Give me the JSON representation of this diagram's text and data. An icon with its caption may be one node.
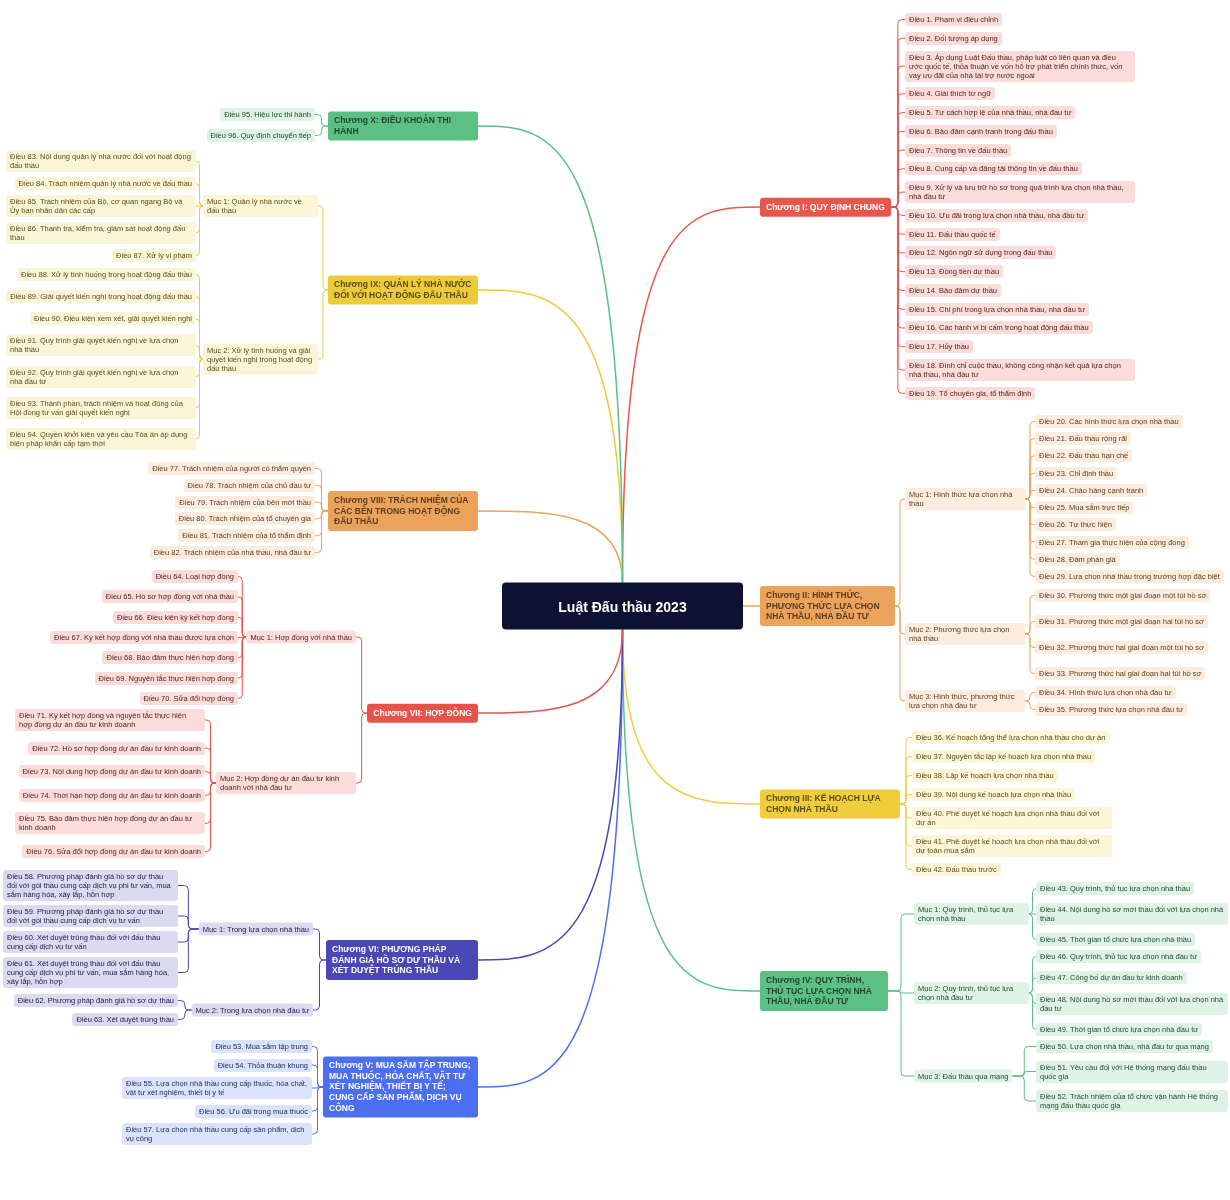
{
  "diagram": {
    "nodes": [
      {
        "text": [
          "Luật Đấu thầu 2023"
        ]
      },
      {
        "text": [
          "Chương I: QUY ĐỊNH CHUNG"
        ]
      },
      {
        "text": [
          "Điều 1. Phạm vi điều chỉnh"
        ]
      },
      {
        "text": [
          "Điều 2. Đối tượng áp dụng"
        ]
      },
      {
        "text": [
          "Điều 3. Áp dụng Luật Đấu thầu, pháp luật có liên quan và điều ước quốc tế, thỏa thuận về vốn hỗ trợ phát triển chính thức, vốn vay ưu đãi của nhà tài trợ nước ngoài"
        ]
      },
      {
        "text": [
          "Điều 4. Giải thích từ ngữ"
        ]
      },
      {
        "text": [
          "Điều 5. Tư cách hợp lệ của nhà thầu, nhà đầu tư"
        ]
      },
      {
        "text": [
          "Điều 6. Bảo đảm cạnh tranh trong đấu thầu"
        ]
      },
      {
        "text": [
          "Điều 7. Thông tin về đấu thầu"
        ]
      },
      {
        "text": [
          "Điều 8. Cung cấp và đăng tải thông tin về đấu thầu"
        ]
      },
      {
        "text": [
          "Điều 9. Xử lý và lưu trữ hồ sơ trong quá trình lựa chọn nhà thầu, nhà đầu tư"
        ]
      },
      {
        "text": [
          "Điều 10. Ưu đãi trong lựa chọn nhà thầu, nhà đầu tư"
        ]
      },
      {
        "text": [
          "Điều 11. Đấu thầu quốc tế"
        ]
      },
      {
        "text": [
          "Điều 12. Ngôn ngữ sử dụng trong đấu thầu"
        ]
      },
      {
        "text": [
          "Điều 13. Đồng tiền dự thầu"
        ]
      },
      {
        "text": [
          "Điều 14. Bảo đảm dự thầu"
        ]
      },
      {
        "text": [
          "Điều 15. Chi phí trong lựa chọn nhà thầu, nhà đầu tư"
        ]
      },
      {
        "text": [
          "Điều 16. Các hành vi bị cấm trong hoạt động đấu thầu"
        ]
      },
      {
        "text": [
          "Điều 17. Hủy thầu"
        ]
      },
      {
        "text": [
          "Điều 18. Đình chỉ cuộc thầu, không công nhận kết quả lựa chọn nhà thầu, nhà đầu tư"
        ]
      },
      {
        "text": [
          "Điều 19. Tổ chuyên gia, tổ thẩm định"
        ]
      },
      {
        "text": [
          "Chương II: HÌNH THỨC, PHƯƠNG THỨC LỰA CHỌN NHÀ THẦU, NHÀ ĐẦU TƯ"
        ]
      },
      {
        "text": [
          "Mục 1: Hình thức lựa chọn nhà thầu"
        ]
      },
      {
        "text": [
          "Điều 20. Các hình thức lựa chọn nhà thầu"
        ]
      },
      {
        "text": [
          "Điều 21. Đấu thầu rộng rãi"
        ]
      },
      {
        "text": [
          "Điều 22. Đấu thầu hạn chế"
        ]
      },
      {
        "text": [
          "Điều 23. Chỉ định thầu"
        ]
      },
      {
        "text": [
          "Điều 24. Chào hàng cạnh tranh"
        ]
      },
      {
        "text": [
          "Điều 25. Mua sắm trực tiếp"
        ]
      },
      {
        "text": [
          "Điều 26. Tự thực hiện"
        ]
      },
      {
        "text": [
          "Điều 27. Tham gia thực hiện của cộng đồng"
        ]
      },
      {
        "text": [
          "Điều 28. Đàm phán giá"
        ]
      },
      {
        "text": [
          "Điều 29. Lựa chọn nhà thầu trong trường hợp đặc biệt"
        ]
      },
      {
        "text": [
          "Mục 2: Phương thức lựa chọn nhà thầu"
        ]
      },
      {
        "text": [
          "Điều 30. Phương thức một giai đoạn một túi hồ sơ"
        ]
      },
      {
        "text": [
          "Điều 31. Phương thức một giai đoạn hai túi hồ sơ"
        ]
      },
      {
        "text": [
          "Điều 32. Phương thức hai giai đoạn một túi hồ sơ"
        ]
      },
      {
        "text": [
          "Điều 33. Phương thức hai giai đoạn hai túi hồ sơ"
        ]
      },
      {
        "text": [
          "Mục 3: Hình thức, phương thức lựa chọn nhà đầu tư"
        ]
      },
      {
        "text": [
          "Điều 34. Hình thức lựa chọn nhà đầu tư"
        ]
      },
      {
        "text": [
          "Điều 35. Phương thức lựa chọn nhà đầu tư"
        ]
      },
      {
        "text": [
          "Chương III: KẾ HOẠCH LỰA CHỌN NHÀ THẦU"
        ]
      },
      {
        "text": [
          "Điều 36. Kế hoạch tổng thể lựa chọn nhà thầu cho dự án"
        ]
      },
      {
        "text": [
          "Điều 37. Nguyên tắc lập kế hoạch lựa chọn nhà thầu"
        ]
      },
      {
        "text": [
          "Điều 38. Lập kế hoạch lựa chọn nhà thầu"
        ]
      },
      {
        "text": [
          "Điều 39. Nội dung kế hoạch lựa chọn nhà thầu"
        ]
      },
      {
        "text": [
          "Điều 40. Phê duyệt kế hoạch lựa chọn nhà thầu đối với dự án"
        ]
      },
      {
        "text": [
          "Điều 41. Phê duyệt kế hoạch lựa chọn nhà thầu đối với dự toán mua sắm"
        ]
      },
      {
        "text": [
          "Điều 42. Đấu thầu trước"
        ]
      },
      {
        "text": [
          "Chương IV: QUY TRÌNH, THỦ TỤC LỰA CHỌN NHÀ THẦU, NHÀ ĐẦU TƯ"
        ]
      },
      {
        "text": [
          "Mục 1: Quy trình, thủ tục lựa chọn nhà thầu"
        ]
      },
      {
        "text": [
          "Điều 43. Quy trình, thủ tục lựa chọn nhà thầu"
        ]
      },
      {
        "text": [
          "Điều 44. Nội dung hồ sơ mời thầu đối với lựa chọn nhà thầu"
        ]
      },
      {
        "text": [
          "Điều 45. Thời gian tổ chức lựa chọn nhà thầu"
        ]
      },
      {
        "text": [
          "Mục 2: Quy trình, thủ tục lựa chọn nhà đầu tư"
        ]
      },
      {
        "text": [
          "Điều 46. Quy trình, thủ tục lựa chọn nhà đầu tư"
        ]
      },
      {
        "text": [
          "Điều 47. Công bố dự án đầu tư kinh doanh"
        ]
      },
      {
        "text": [
          "Điều 48. Nội dung hồ sơ mời thầu đối với lựa chọn nhà đầu tư"
        ]
      },
      {
        "text": [
          "Điều 49. Thời gian tổ chức lựa chọn nhà đầu tư"
        ]
      },
      {
        "text": [
          "Mục 3: Đấu thầu qua mạng"
        ]
      },
      {
        "text": [
          "Điều 50. Lựa chọn nhà thầu, nhà đầu tư qua mạng"
        ]
      },
      {
        "text": [
          "Điều 51. Yêu cầu đối với Hệ thống mạng đấu thầu quốc gia"
        ]
      },
      {
        "text": [
          "Điều 52. Trách nhiệm của tổ chức vận hành Hệ thống mạng đấu thầu quốc gia"
        ]
      },
      {
        "text": [
          "Chương V: MUA SẮM TẬP TRUNG; MUA THUỐC, HÓA CHẤT, VẬT TƯ XÉT NGHIỆM, THIẾT BỊ Y TẾ; CUNG CẤP SẢN PHẨM, DỊCH VỤ CÔNG"
        ]
      },
      {
        "text": [
          "Điều 53. Mua sắm tập trung"
        ]
      },
      {
        "text": [
          "Điều 54. Thỏa thuận khung"
        ]
      },
      {
        "text": [
          "Điều 55. Lựa chọn nhà thầu cung cấp thuốc, hóa chất, vật tư xét nghiệm, thiết bị y tế"
        ]
      },
      {
        "text": [
          "Điều 56. Ưu đãi trong mua thuốc"
        ]
      },
      {
        "text": [
          "Điều 57. Lựa chọn nhà thầu cung cấp sản phẩm, dịch vụ công"
        ]
      },
      {
        "text": [
          "Chương VI: PHƯƠNG PHÁP ĐÁNH GIÁ HỒ SƠ DỰ THẦU VÀ XÉT DUYỆT TRÚNG THẦU"
        ]
      },
      {
        "text": [
          "Mục 1: Trong lựa chọn nhà thầu"
        ]
      },
      {
        "text": [
          "Điều 58. Phương pháp đánh giá hồ sơ dự thầu đối với gói thầu cung cấp dịch vụ phi tư vấn, mua sắm hàng hóa, xây lắp, hỗn hợp"
        ]
      },
      {
        "text": [
          "Điều 59. Phương pháp đánh giá hồ sơ dự thầu đối với gói thầu cung cấp dịch vụ tư vấn"
        ]
      },
      {
        "text": [
          "Điều 60. Xét duyệt trúng thầu đối với đấu thầu cung cấp dịch vụ tư vấn"
        ]
      },
      {
        "text": [
          "Điều 61. Xét duyệt trúng thầu đối với đấu thầu cung cấp dịch vụ phi tư vấn, mua sắm hàng hóa, xây lắp, hỗn hợp"
        ]
      },
      {
        "text": [
          "Mục 2: Trong lựa chọn nhà đầu tư"
        ]
      },
      {
        "text": [
          "Điều 62. Phương pháp đánh giá hồ sơ dự thầu"
        ]
      },
      {
        "text": [
          "Điều 63. Xét duyệt trúng thầu"
        ]
      },
      {
        "text": [
          "Chương VII: HỢP ĐỒNG"
        ]
      },
      {
        "text": [
          "Mục 1: Hợp đồng với nhà thầu"
        ]
      },
      {
        "text": [
          "Điều 64. Loại hợp đồng"
        ]
      },
      {
        "text": [
          "Điều 65. Hồ sơ hợp đồng với nhà thầu"
        ]
      },
      {
        "text": [
          "Điều 66. Điều kiện ký kết hợp đồng"
        ]
      },
      {
        "text": [
          "Điều 67. Ký kết hợp đồng với nhà thầu được lựa chọn"
        ]
      },
      {
        "text": [
          "Điều 68. Bảo đảm thực hiện hợp đồng"
        ]
      },
      {
        "text": [
          "Điều 69. Nguyên tắc thực hiện hợp đồng"
        ]
      },
      {
        "text": [
          "Điều 70. Sửa đổi hợp đồng"
        ]
      },
      {
        "text": [
          "Mục 2: Hợp đồng dự án đầu tư kinh doanh với nhà đầu tư"
        ]
      },
      {
        "text": [
          "Điều 71. Ký kết hợp đồng và nguyên tắc thực hiện hợp đồng dự án đầu tư kinh doanh"
        ]
      },
      {
        "text": [
          "Điều 72. Hồ sơ hợp đồng dự án đầu tư kinh doanh"
        ]
      },
      {
        "text": [
          "Điều 73. Nội dung hợp đồng dự án đầu tư kinh doanh"
        ]
      },
      {
        "text": [
          "Điều 74. Thời hạn hợp đồng dự án đầu tư kinh doanh"
        ]
      },
      {
        "text": [
          "Điều 75. Bảo đảm thực hiện hợp đồng dự án đầu tư kinh doanh"
        ]
      },
      {
        "text": [
          "Điều 76. Sửa đổi hợp đồng dự án đầu tư kinh doanh"
        ]
      },
      {
        "text": [
          "Chương VIII: TRÁCH NHIỆM CỦA CÁC BÊN TRONG HOẠT ĐỘNG ĐẤU THẦU"
        ]
      },
      {
        "text": [
          "Điều 77. Trách nhiệm của người có thẩm quyền"
        ]
      },
      {
        "text": [
          "Điều 78. Trách nhiệm của chủ đầu tư"
        ]
      },
      {
        "text": [
          "Điều 79. Trách nhiệm của bên mời thầu"
        ]
      },
      {
        "text": [
          "Điều 80. Trách nhiệm của tổ chuyên gia"
        ]
      },
      {
        "text": [
          "Điều 81. Trách nhiệm của tổ thẩm định"
        ]
      },
      {
        "text": [
          "Điều 82. Trách nhiệm của nhà thầu, nhà đầu tư"
        ]
      },
      {
        "text": [
          "Chương IX: QUẢN LÝ NHÀ NƯỚC ĐỐI VỚI HOẠT ĐỘNG ĐẤU THẦU"
        ]
      },
      {
        "text": [
          "Mục 1: Quản lý nhà nước về đấu thầu"
        ]
      },
      {
        "text": [
          "Điều 83. Nội dung quản lý nhà nước đối với hoạt động đấu thầu"
        ]
      },
      {
        "text": [
          "Điều 84. Trách nhiệm quản lý nhà nước về đấu thầu"
        ]
      },
      {
        "text": [
          "Điều 85. Trách nhiệm của Bộ, cơ quan ngang Bộ và Ủy ban nhân dân các cấp"
        ]
      },
      {
        "text": [
          "Điều 86. Thanh tra, kiểm tra, giám sát hoạt động đấu thầu"
        ]
      },
      {
        "text": [
          "Điều 87. Xử lý vi phạm"
        ]
      },
      {
        "text": [
          "Mục 2: Xử lý tình huống và giải quyết kiến nghị trong hoạt động đấu thầu"
        ]
      },
      {
        "text": [
          "Điều 88. Xử lý tình huống trong hoạt động đấu thầu"
        ]
      },
      {
        "text": [
          "Điều 89. Giải quyết kiến nghị trong hoạt động đấu thầu"
        ]
      },
      {
        "text": [
          "Điều 90. Điều kiện xem xét, giải quyết kiến nghị"
        ]
      },
      {
        "text": [
          "Điều 91. Quy trình giải quyết kiến nghị về lựa chọn nhà thầu"
        ]
      },
      {
        "text": [
          "Điều 92. Quy trình giải quyết kiến nghị về lựa chọn nhà đầu tư"
        ]
      },
      {
        "text": [
          "Điều 93. Thành phần, trách nhiệm và hoạt động của Hội đồng tư vấn giải quyết kiến nghị"
        ]
      },
      {
        "text": [
          "Điều 94. Quyền khởi kiện và yêu cầu Tòa án áp dụng biện pháp khẩn cấp tạm thời"
        ]
      },
      {
        "text": [
          "Chương X: ĐIỀU KHOẢN THI HÀNH"
        ]
      },
      {
        "text": [
          "Điều 95. Hiệu lực thi hành"
        ]
      },
      {
        "text": [
          "Điều 96. Quy định chuyển tiếp"
        ]
      }
    ],
    "edges": [
      {
        "from": 0,
        "to": 1,
        "arrow": "none",
        "color": "#e8574d"
      },
      {
        "from": 1,
        "to": 2,
        "arrow": "none",
        "color": "#e8574d"
      },
      {
        "from": 1,
        "to": 3,
        "arrow": "none",
        "color": "#e8574d"
      },
      {
        "from": 1,
        "to": 4,
        "arrow": "none",
        "color": "#e8574d"
      },
      {
        "from": 1,
        "to": 5,
        "arrow": "none",
        "color": "#e8574d"
      },
      {
        "from": 1,
        "to": 6,
        "arrow": "none",
        "color": "#e8574d"
      },
      {
        "from": 1,
        "to": 7,
        "arrow": "none",
        "color": "#e8574d"
      },
      {
        "from": 1,
        "to": 8,
        "arrow": "none",
        "color": "#e8574d"
      },
      {
        "from": 1,
        "to": 9,
        "arrow": "none",
        "color": "#e8574d"
      },
      {
        "from": 1,
        "to": 10,
        "arrow": "none",
        "color": "#e8574d"
      },
      {
        "from": 1,
        "to": 11,
        "arrow": "none",
        "color": "#e8574d"
      },
      {
        "from": 1,
        "to": 12,
        "arrow": "none",
        "color": "#e8574d"
      },
      {
        "from": 1,
        "to": 13,
        "arrow": "none",
        "color": "#e8574d"
      },
      {
        "from": 1,
        "to": 14,
        "arrow": "none",
        "color": "#e8574d"
      },
      {
        "from": 1,
        "to": 15,
        "arrow": "none",
        "color": "#e8574d"
      },
      {
        "from": 1,
        "to": 16,
        "arrow": "none",
        "color": "#e8574d"
      },
      {
        "from": 1,
        "to": 17,
        "arrow": "none",
        "color": "#e8574d"
      },
      {
        "from": 1,
        "to": 18,
        "arrow": "none",
        "color": "#e8574d"
      },
      {
        "from": 1,
        "to": 19,
        "arrow": "none",
        "color": "#e8574d"
      },
      {
        "from": 1,
        "to": 20,
        "arrow": "none",
        "color": "#e8574d"
      },
      {
        "from": 0,
        "to": 21,
        "arrow": "none",
        "color": "#eba25a"
      },
      {
        "from": 21,
        "to": 22,
        "arrow": "none",
        "color": "#eba25a"
      },
      {
        "from": 22,
        "to": 23,
        "arrow": "none",
        "color": "#eba25a"
      },
      {
        "from": 22,
        "to": 24,
        "arrow": "none",
        "color": "#eba25a"
      },
      {
        "from": 22,
        "to": 25,
        "arrow": "none",
        "color": "#eba25a"
      },
      {
        "from": 22,
        "to": 26,
        "arrow": "none",
        "color": "#eba25a"
      },
      {
        "from": 22,
        "to": 27,
        "arrow": "none",
        "color": "#eba25a"
      },
      {
        "from": 22,
        "to": 28,
        "arrow": "none",
        "color": "#eba25a"
      },
      {
        "from": 22,
        "to": 29,
        "arrow": "none",
        "color": "#eba25a"
      },
      {
        "from": 22,
        "to": 30,
        "arrow": "none",
        "color": "#eba25a"
      },
      {
        "from": 22,
        "to": 31,
        "arrow": "none",
        "color": "#eba25a"
      },
      {
        "from": 22,
        "to": 32,
        "arrow": "none",
        "color": "#eba25a"
      },
      {
        "from": 21,
        "to": 33,
        "arrow": "none",
        "color": "#eba25a"
      },
      {
        "from": 33,
        "to": 34,
        "arrow": "none",
        "color": "#eba25a"
      },
      {
        "from": 33,
        "to": 35,
        "arrow": "none",
        "color": "#eba25a"
      },
      {
        "from": 33,
        "to": 36,
        "arrow": "none",
        "color": "#eba25a"
      },
      {
        "from": 33,
        "to": 37,
        "arrow": "none",
        "color": "#eba25a"
      },
      {
        "from": 21,
        "to": 38,
        "arrow": "none",
        "color": "#eba25a"
      },
      {
        "from": 38,
        "to": 39,
        "arrow": "none",
        "color": "#eba25a"
      },
      {
        "from": 38,
        "to": 40,
        "arrow": "none",
        "color": "#eba25a"
      },
      {
        "from": 0,
        "to": 41,
        "arrow": "none",
        "color": "#f0cd3c"
      },
      {
        "from": 41,
        "to": 42,
        "arrow": "none",
        "color": "#f0cd3c"
      },
      {
        "from": 41,
        "to": 43,
        "arrow": "none",
        "color": "#f0cd3c"
      },
      {
        "from": 41,
        "to": 44,
        "arrow": "none",
        "color": "#f0cd3c"
      },
      {
        "from": 41,
        "to": 45,
        "arrow": "none",
        "color": "#f0cd3c"
      },
      {
        "from": 41,
        "to": 46,
        "arrow": "none",
        "color": "#f0cd3c"
      },
      {
        "from": 41,
        "to": 47,
        "arrow": "none",
        "color": "#f0cd3c"
      },
      {
        "from": 41,
        "to": 48,
        "arrow": "none",
        "color": "#f0cd3c"
      },
      {
        "from": 0,
        "to": 49,
        "arrow": "none",
        "color": "#5cbf84"
      },
      {
        "from": 49,
        "to": 50,
        "arrow": "none",
        "color": "#5cbf84"
      },
      {
        "from": 50,
        "to": 51,
        "arrow": "none",
        "color": "#5cbf84"
      },
      {
        "from": 50,
        "to": 52,
        "arrow": "none",
        "color": "#5cbf84"
      },
      {
        "from": 50,
        "to": 53,
        "arrow": "none",
        "color": "#5cbf84"
      },
      {
        "from": 49,
        "to": 54,
        "arrow": "none",
        "color": "#5cbf84"
      },
      {
        "from": 54,
        "to": 55,
        "arrow": "none",
        "color": "#5cbf84"
      },
      {
        "from": 54,
        "to": 56,
        "arrow": "none",
        "color": "#5cbf84"
      },
      {
        "from": 54,
        "to": 57,
        "arrow": "none",
        "color": "#5cbf84"
      },
      {
        "from": 54,
        "to": 58,
        "arrow": "none",
        "color": "#5cbf84"
      },
      {
        "from": 49,
        "to": 59,
        "arrow": "none",
        "color": "#5cbf84"
      },
      {
        "from": 59,
        "to": 60,
        "arrow": "none",
        "color": "#5cbf84"
      },
      {
        "from": 59,
        "to": 61,
        "arrow": "none",
        "color": "#5cbf84"
      },
      {
        "from": 59,
        "to": 62,
        "arrow": "none",
        "color": "#5cbf84"
      },
      {
        "from": 0,
        "to": 63,
        "arrow": "none",
        "color": "#4c6ef0"
      },
      {
        "from": 63,
        "to": 64,
        "arrow": "none",
        "color": "#4c6ef0"
      },
      {
        "from": 63,
        "to": 65,
        "arrow": "none",
        "color": "#4c6ef0"
      },
      {
        "from": 63,
        "to": 66,
        "arrow": "none",
        "color": "#4c6ef0"
      },
      {
        "from": 63,
        "to": 67,
        "arrow": "none",
        "color": "#4c6ef0"
      },
      {
        "from": 63,
        "to": 68,
        "arrow": "none",
        "color": "#4c6ef0"
      },
      {
        "from": 0,
        "to": 69,
        "arrow": "none",
        "color": "#4b47b5"
      },
      {
        "from": 69,
        "to": 70,
        "arrow": "none",
        "color": "#4b47b5"
      },
      {
        "from": 70,
        "to": 71,
        "arrow": "none",
        "color": "#4b47b5"
      },
      {
        "from": 70,
        "to": 72,
        "arrow": "none",
        "color": "#4b47b5"
      },
      {
        "from": 70,
        "to": 73,
        "arrow": "none",
        "color": "#4b47b5"
      },
      {
        "from": 70,
        "to": 74,
        "arrow": "none",
        "color": "#4b47b5"
      },
      {
        "from": 69,
        "to": 75,
        "arrow": "none",
        "color": "#4b47b5"
      },
      {
        "from": 75,
        "to": 76,
        "arrow": "none",
        "color": "#4b47b5"
      },
      {
        "from": 75,
        "to": 77,
        "arrow": "none",
        "color": "#4b47b5"
      },
      {
        "from": 0,
        "to": 78,
        "arrow": "none",
        "color": "#e5534b"
      },
      {
        "from": 78,
        "to": 79,
        "arrow": "none",
        "color": "#e5534b"
      },
      {
        "from": 79,
        "to": 80,
        "arrow": "none",
        "color": "#e5534b"
      },
      {
        "from": 79,
        "to": 81,
        "arrow": "none",
        "color": "#e5534b"
      },
      {
        "from": 79,
        "to": 82,
        "arrow": "none",
        "color": "#e5534b"
      },
      {
        "from": 79,
        "to": 83,
        "arrow": "none",
        "color": "#e5534b"
      },
      {
        "from": 79,
        "to": 84,
        "arrow": "none",
        "color": "#e5534b"
      },
      {
        "from": 79,
        "to": 85,
        "arrow": "none",
        "color": "#e5534b"
      },
      {
        "from": 79,
        "to": 86,
        "arrow": "none",
        "color": "#e5534b"
      },
      {
        "from": 78,
        "to": 87,
        "arrow": "none",
        "color": "#e5534b"
      },
      {
        "from": 87,
        "to": 88,
        "arrow": "none",
        "color": "#e5534b"
      },
      {
        "from": 87,
        "to": 89,
        "arrow": "none",
        "color": "#e5534b"
      },
      {
        "from": 87,
        "to": 90,
        "arrow": "none",
        "color": "#e5534b"
      },
      {
        "from": 87,
        "to": 91,
        "arrow": "none",
        "color": "#e5534b"
      },
      {
        "from": 87,
        "to": 92,
        "arrow": "none",
        "color": "#e5534b"
      },
      {
        "from": 87,
        "to": 93,
        "arrow": "none",
        "color": "#e5534b"
      },
      {
        "from": 0,
        "to": 94,
        "arrow": "none",
        "color": "#eba25a"
      },
      {
        "from": 94,
        "to": 95,
        "arrow": "none",
        "color": "#eba25a"
      },
      {
        "from": 94,
        "to": 96,
        "arrow": "none",
        "color": "#eba25a"
      },
      {
        "from": 94,
        "to": 97,
        "arrow": "none",
        "color": "#eba25a"
      },
      {
        "from": 94,
        "to": 98,
        "arrow": "none",
        "color": "#eba25a"
      },
      {
        "from": 94,
        "to": 99,
        "arrow": "none",
        "color": "#eba25a"
      },
      {
        "from": 94,
        "to": 100,
        "arrow": "none",
        "color": "#eba25a"
      },
      {
        "from": 0,
        "to": 101,
        "arrow": "none",
        "color": "#eccb3a"
      },
      {
        "from": 101,
        "to": 102,
        "arrow": "none",
        "color": "#eccb3a"
      },
      {
        "from": 102,
        "to": 103,
        "arrow": "none",
        "color": "#eccb3a"
      },
      {
        "from": 102,
        "to": 104,
        "arrow": "none",
        "color": "#eccb3a"
      },
      {
        "from": 102,
        "to": 105,
        "arrow": "none",
        "color": "#eccb3a"
      },
      {
        "from": 102,
        "to": 106,
        "arrow": "none",
        "color": "#eccb3a"
      },
      {
        "from": 102,
        "to": 107,
        "arrow": "none",
        "color": "#eccb3a"
      },
      {
        "from": 101,
        "to": 108,
        "arrow": "none",
        "color": "#eccb3a"
      },
      {
        "from": 108,
        "to": 109,
        "arrow": "none",
        "color": "#eccb3a"
      },
      {
        "from": 108,
        "to": 110,
        "arrow": "none",
        "color": "#eccb3a"
      },
      {
        "from": 108,
        "to": 111,
        "arrow": "none",
        "color": "#eccb3a"
      },
      {
        "from": 108,
        "to": 112,
        "arrow": "none",
        "color": "#eccb3a"
      },
      {
        "from": 108,
        "to": 113,
        "arrow": "none",
        "color": "#eccb3a"
      },
      {
        "from": 108,
        "to": 114,
        "arrow": "none",
        "color": "#eccb3a"
      },
      {
        "from": 108,
        "to": 115,
        "arrow": "none",
        "color": "#eccb3a"
      },
      {
        "from": 0,
        "to": 116,
        "arrow": "none",
        "color": "#5cbf84"
      },
      {
        "from": 116,
        "to": 117,
        "arrow": "none",
        "color": "#5cbf84"
      },
      {
        "from": 116,
        "to": 118,
        "arrow": "none",
        "color": "#5cbf84"
      }
    ]
  }
}
